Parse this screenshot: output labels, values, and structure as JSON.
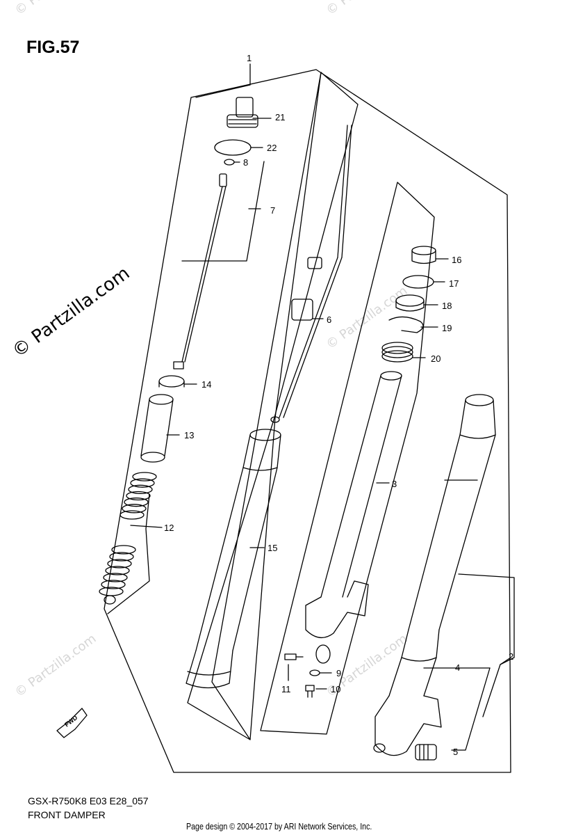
{
  "figure": {
    "title": "FIG.57",
    "model_code": "GSX-R750K8 E03 E28_057",
    "section_name": "FRONT DAMPER",
    "credit": "Page design © 2004-2017 by ARI Network Services, Inc.",
    "watermark": "© Partzilla.com",
    "direction_marker": "FWD"
  },
  "callouts": [
    {
      "ref": "1"
    },
    {
      "ref": "2"
    },
    {
      "ref": "3"
    },
    {
      "ref": "4"
    },
    {
      "ref": "5"
    },
    {
      "ref": "6"
    },
    {
      "ref": "7"
    },
    {
      "ref": "8"
    },
    {
      "ref": "9"
    },
    {
      "ref": "10"
    },
    {
      "ref": "11"
    },
    {
      "ref": "12"
    },
    {
      "ref": "13"
    },
    {
      "ref": "14"
    },
    {
      "ref": "15"
    },
    {
      "ref": "16"
    },
    {
      "ref": "17"
    },
    {
      "ref": "18"
    },
    {
      "ref": "19"
    },
    {
      "ref": "20"
    },
    {
      "ref": "21"
    },
    {
      "ref": "22"
    }
  ],
  "colors": {
    "ink": "#000000",
    "paper": "#ffffff",
    "watermark_faint": "#d6d6d6"
  }
}
